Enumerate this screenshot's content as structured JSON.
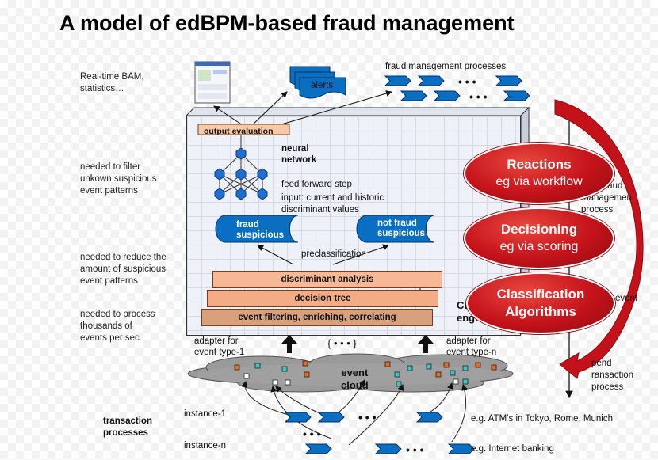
{
  "title": "A model of edBPM-based fraud management",
  "left_notes": {
    "bam": "Real-time BAM,\nstatistics…",
    "filter": "needed to filter\nunkown suspicious\nevent patterns",
    "reduce": "needed to reduce the\namount of suspicious\nevent patterns",
    "process": "needed to process\nthousands of\nevents per sec"
  },
  "top": {
    "alerts": "alerts",
    "fraud_mgmt_processes": "fraud management processes",
    "dots": "• • •"
  },
  "engine": {
    "output_evaluation": "output evaluation",
    "neural_network": "neural\nnetwork",
    "feed_forward": "feed forward step",
    "input_desc": "input: current and historic\ndiscriminant values",
    "fraud_suspicious": "fraud\nsuspicious",
    "not_fraud_suspicious": "not fraud\nsuspicious",
    "preclassification": "preclassification",
    "layers": [
      "discriminant analysis",
      "decision tree",
      "event filtering, enriching, correlating"
    ],
    "cep_partial": "CE\nengi"
  },
  "ovals": {
    "reactions": [
      "Reactions",
      "eg via workflow"
    ],
    "decisioning": [
      "Decisioning",
      "eg via scoring"
    ],
    "classification": [
      "Classification",
      "Algorithms"
    ]
  },
  "right_notes": {
    "trigger": "gger fraud\nmanagemen\nprocess",
    "event": "event",
    "suspend": "pend\nransaction\nprocess"
  },
  "adapters": {
    "type1": "adapter for\nevent type-1",
    "typen": "adapter for\nevent type-n",
    "middle": "{ • • • }"
  },
  "cloud": {
    "label": "event\ncloud"
  },
  "bottom": {
    "transaction_processes": "transaction\nprocesses",
    "instance1": "instance-1",
    "instancen": "instance-n",
    "dots": "• • •",
    "example1": "e.g. ATM’s in Tokyo, Rome, Munich",
    "example2": "e.g. Internet banking"
  },
  "colors": {
    "accent_red": "#c4121a",
    "flow_blue": "#0a6fc2",
    "layer_orange": "#f4b08a"
  }
}
